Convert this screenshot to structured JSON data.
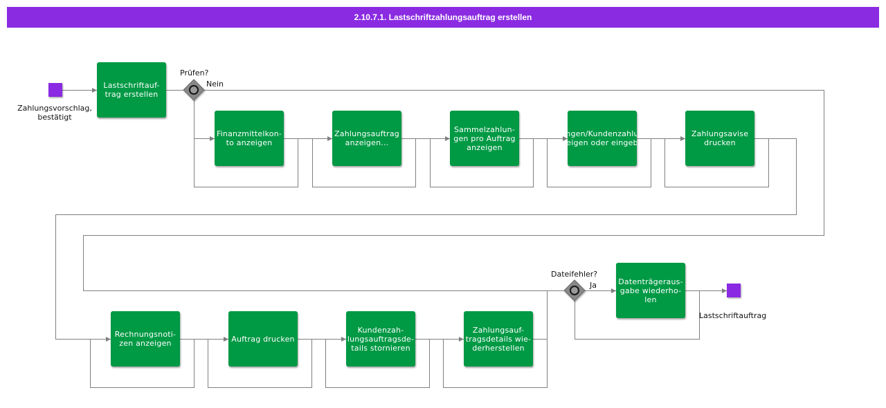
{
  "header": {
    "title": "2.10.7.1. Lastschriftzahlungsauftrag erstellen"
  },
  "colors": {
    "header": "#8a2be2",
    "event": "#8a2be2",
    "task": "#009944",
    "task_text": "#ffffff",
    "flow": "#7f7f7f",
    "gateway": "#888888"
  },
  "start_event": {
    "label_lines": [
      "Zahlungsvorschlag,",
      "bestätigt"
    ]
  },
  "end_event": {
    "label": "Lastschriftauftrag"
  },
  "gateways": [
    {
      "question": "Prüfen?",
      "branch_label": "Nein",
      "icon": "circle-icon"
    },
    {
      "question": "Dateifehler?",
      "branch_label": "Ja",
      "icon": "circle-icon"
    }
  ],
  "tasks": [
    {
      "lines": [
        "Lastschriftauf-",
        "trag erstellen"
      ]
    },
    {
      "lines": [
        "Finanzmittelkon-",
        "to anzeigen"
      ]
    },
    {
      "lines": [
        "Zahlungsauftrag",
        "anzeigen..."
      ]
    },
    {
      "lines": [
        "Sammelzahlun-",
        "gen pro Auftrag",
        "anzeigen"
      ]
    },
    {
      "lines": [
        "ngen/Kundenzahlu",
        "eigen oder eingeb"
      ]
    },
    {
      "lines": [
        "Zahlungsavise",
        "drucken"
      ]
    },
    {
      "lines": [
        "Rechnungsnoti-",
        "zen anzeigen"
      ]
    },
    {
      "lines": [
        "Auftrag drucken"
      ]
    },
    {
      "lines": [
        "Kundenzah-",
        "lungsauftragsde-",
        "tails stornieren"
      ]
    },
    {
      "lines": [
        "Zahlungsauf-",
        "tragsdetails wie-",
        "derherstellen"
      ]
    },
    {
      "lines": [
        "Datenträgeraus-",
        "gabe wiederho-",
        "len"
      ]
    }
  ]
}
